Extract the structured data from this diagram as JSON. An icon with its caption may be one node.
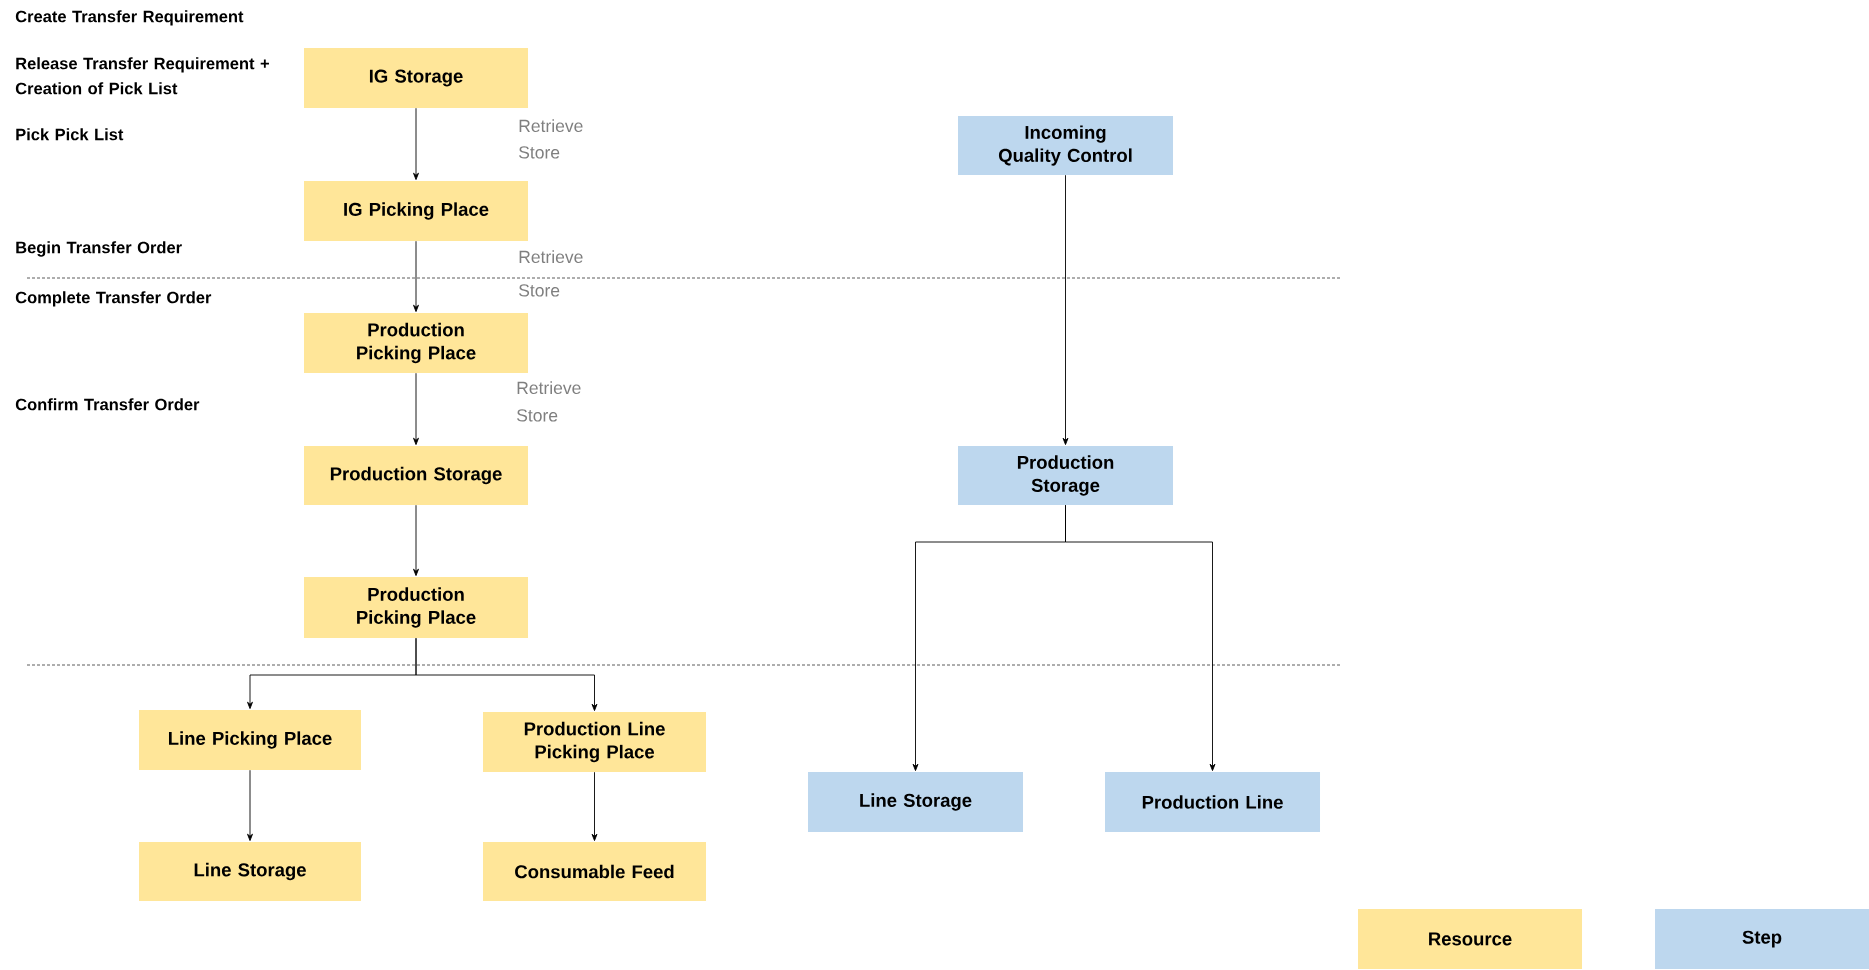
{
  "diagram": {
    "nodes": [
      {
        "text": [
          "IG Storage"
        ]
      },
      {
        "text": [
          "IG Picking Place"
        ]
      },
      {
        "text": [
          "Production Picking Place"
        ]
      },
      {
        "text": [
          "Production Storage"
        ]
      },
      {
        "text": [
          "Production Picking Place"
        ]
      },
      {
        "text": [
          "Line Picking Place"
        ]
      },
      {
        "text": [
          "Production Line Picking Place"
        ]
      },
      {
        "text": [
          "Line Storage"
        ]
      },
      {
        "text": [
          "Consumable Feed"
        ]
      },
      {
        "text": [
          "Incoming Quality Control"
        ]
      },
      {
        "text": [
          "Production Storage"
        ]
      },
      {
        "text": [
          "Line Storage"
        ]
      },
      {
        "text": [
          "Production Line"
        ]
      }
    ],
    "edges": [
      {
        "from": 0,
        "to": 1,
        "arrow": "to"
      },
      {
        "from": 1,
        "to": 2,
        "arrow": "to"
      },
      {
        "from": 2,
        "to": 3,
        "arrow": "to"
      },
      {
        "from": 3,
        "to": 4,
        "arrow": "to"
      },
      {
        "from": 4,
        "to": 5,
        "arrow": "to"
      },
      {
        "from": 4,
        "to": 6,
        "arrow": "to"
      },
      {
        "from": 5,
        "to": 7,
        "arrow": "to"
      },
      {
        "from": 6,
        "to": 8,
        "arrow": "to"
      },
      {
        "from": 9,
        "to": 10,
        "arrow": "to"
      },
      {
        "from": 10,
        "to": 11,
        "arrow": "to"
      },
      {
        "from": 10,
        "to": 12,
        "arrow": "to"
      }
    ],
    "labels": [
      "Create Transfer Requirement",
      "Release Transfer Requirement + Creation of Pick List",
      "Pick Pick List",
      "Retrieve",
      "Store",
      "Begin Transfer Order",
      "Retrieve",
      "Complete Transfer Order",
      "Store",
      "Retrieve",
      "Confirm Transfer Order",
      "Store"
    ],
    "legend": [
      {
        "text": "Resource",
        "color": "#ffe699"
      },
      {
        "text": "Step",
        "color": "#bdd7ee"
      }
    ]
  }
}
